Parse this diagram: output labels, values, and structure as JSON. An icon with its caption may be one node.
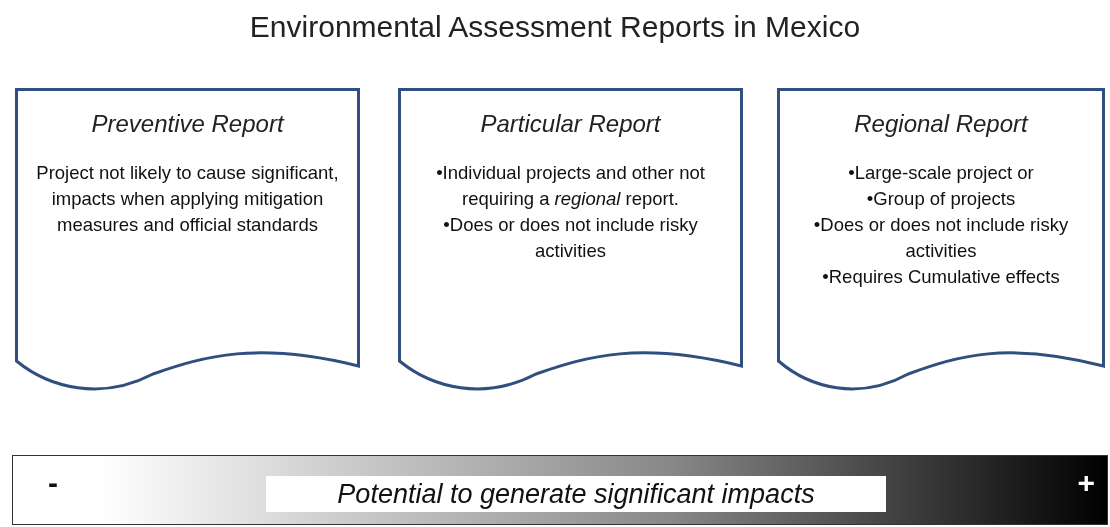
{
  "diagram": {
    "title": "Environmental Assessment Reports in Mexico",
    "nodes": [
      {
        "text": [
          "Preventive Report",
          "Project not likely to cause significant, impacts when applying mitigation measures and official standards"
        ]
      },
      {
        "text": [
          "Particular Report",
          "•Individual projects and other not requiring a *regional* report.",
          "•Does or does not include risky activities"
        ]
      },
      {
        "text": [
          "Regional Report",
          "•Large-scale project or",
          "•Group of projects",
          "•Does or does not include risky activities",
          "•Requires Cumulative effects"
        ]
      },
      {
        "text": [
          "-",
          "+"
        ]
      },
      {
        "text": [
          "Potential to generate significant impacts"
        ],
        "in": 3
      }
    ]
  }
}
